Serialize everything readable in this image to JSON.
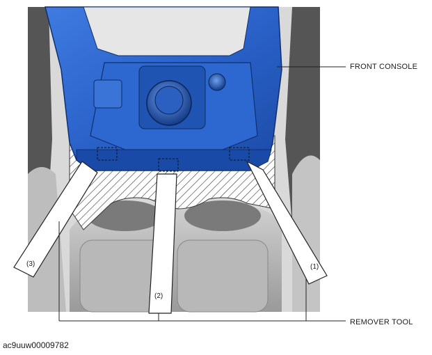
{
  "callouts": {
    "front_console": "FRONT CONSOLE",
    "remover_tool": "REMOVER TOOL"
  },
  "tool_numbers": {
    "one": "(1)",
    "two": "(2)",
    "three": "(3)"
  },
  "figure_id": "ac9uuw00009782",
  "colors": {
    "console_blue": "#2a62c9",
    "console_dark_blue": "#173f8a",
    "interior_gray": "#d6d6d6",
    "tool_fill": "#ffffff"
  }
}
